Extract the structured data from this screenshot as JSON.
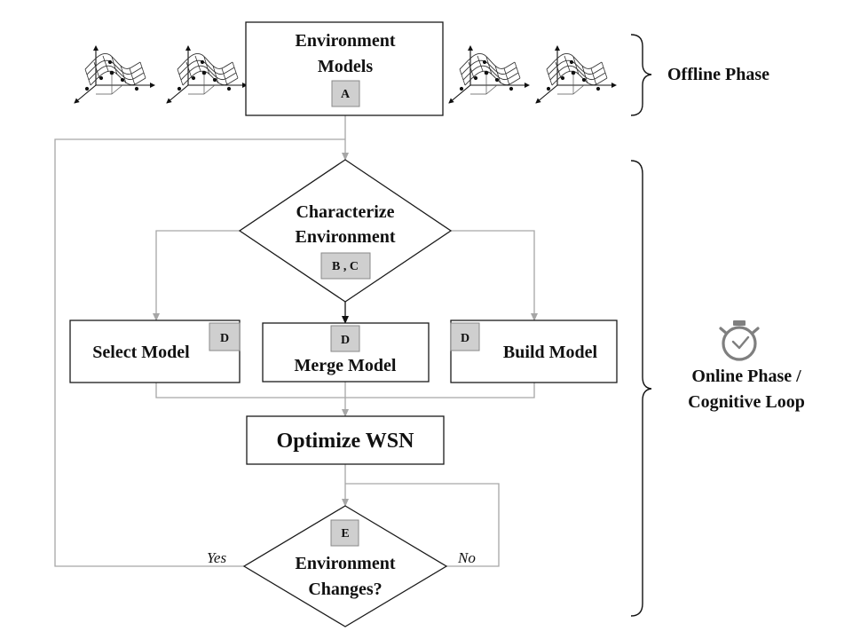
{
  "nodes": {
    "env_models": {
      "line1": "Environment",
      "line2": "Models",
      "tag": "A"
    },
    "characterize": {
      "line1": "Characterize",
      "line2": "Environment",
      "tag": "B , C"
    },
    "select": {
      "label": "Select Model",
      "tag": "D"
    },
    "merge": {
      "label": "Merge Model",
      "tag": "D"
    },
    "build": {
      "label": "Build Model",
      "tag": "D"
    },
    "optimize": {
      "label": "Optimize WSN"
    },
    "changes": {
      "line1": "Environment",
      "line2": "Changes?",
      "tag": "E"
    }
  },
  "edges": {
    "yes": "Yes",
    "no": "No"
  },
  "phases": {
    "offline": "Offline Phase",
    "online_line1": "Online Phase /",
    "online_line2": "Cognitive Loop"
  },
  "icons": [
    "surface-plot-icon",
    "stopwatch-icon"
  ],
  "colors": {
    "tag_fill": "#cfcfcf",
    "connector": "#a6a6a6",
    "stroke": "#1a1a1a"
  }
}
